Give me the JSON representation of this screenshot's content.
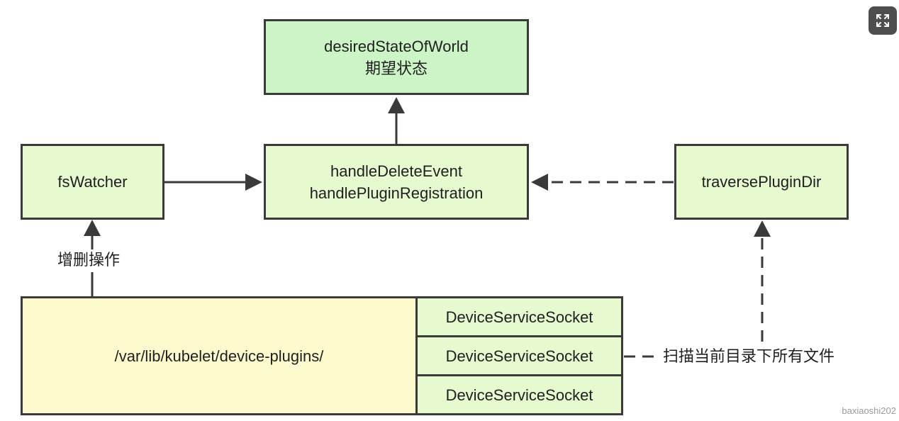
{
  "nodes": {
    "desired_state": {
      "line1": "desiredStateOfWorld",
      "line2": "期望状态"
    },
    "fs_watcher": {
      "label": "fsWatcher"
    },
    "handlers": {
      "line1": "handleDeleteEvent",
      "line2": "handlePluginRegistration"
    },
    "traverse": {
      "label": "traversePluginDir"
    },
    "plugin_dir": {
      "label": "/var/lib/kubelet/device-plugins/"
    },
    "sockets": [
      "DeviceServiceSocket",
      "DeviceServiceSocket",
      "DeviceServiceSocket"
    ]
  },
  "edge_labels": {
    "add_delete": "增删操作",
    "scan_files": "扫描当前目录下所有文件"
  },
  "controls": {
    "expand_icon": "expand-icon"
  },
  "watermark": "baxiaoshi202",
  "colors": {
    "desired_state_fill": "#ccf4c6",
    "node_fill": "#e6f9cf",
    "directory_fill": "#fdfbce",
    "border": "#3a3a3a"
  }
}
